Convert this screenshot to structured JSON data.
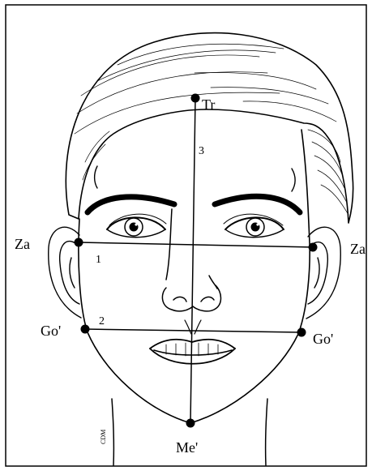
{
  "landmarks": {
    "trichion": "Tr",
    "zygion_left": "Za",
    "zygion_right": "Za",
    "gonion_left": "Go'",
    "gonion_right": "Go'",
    "menton": "Me'"
  },
  "measurements": {
    "bizygomatic": "1",
    "bigonial": "2",
    "face_height": "3"
  },
  "artist_mark": "CDM",
  "colors": {
    "ink": "#000000",
    "paper": "#ffffff"
  }
}
